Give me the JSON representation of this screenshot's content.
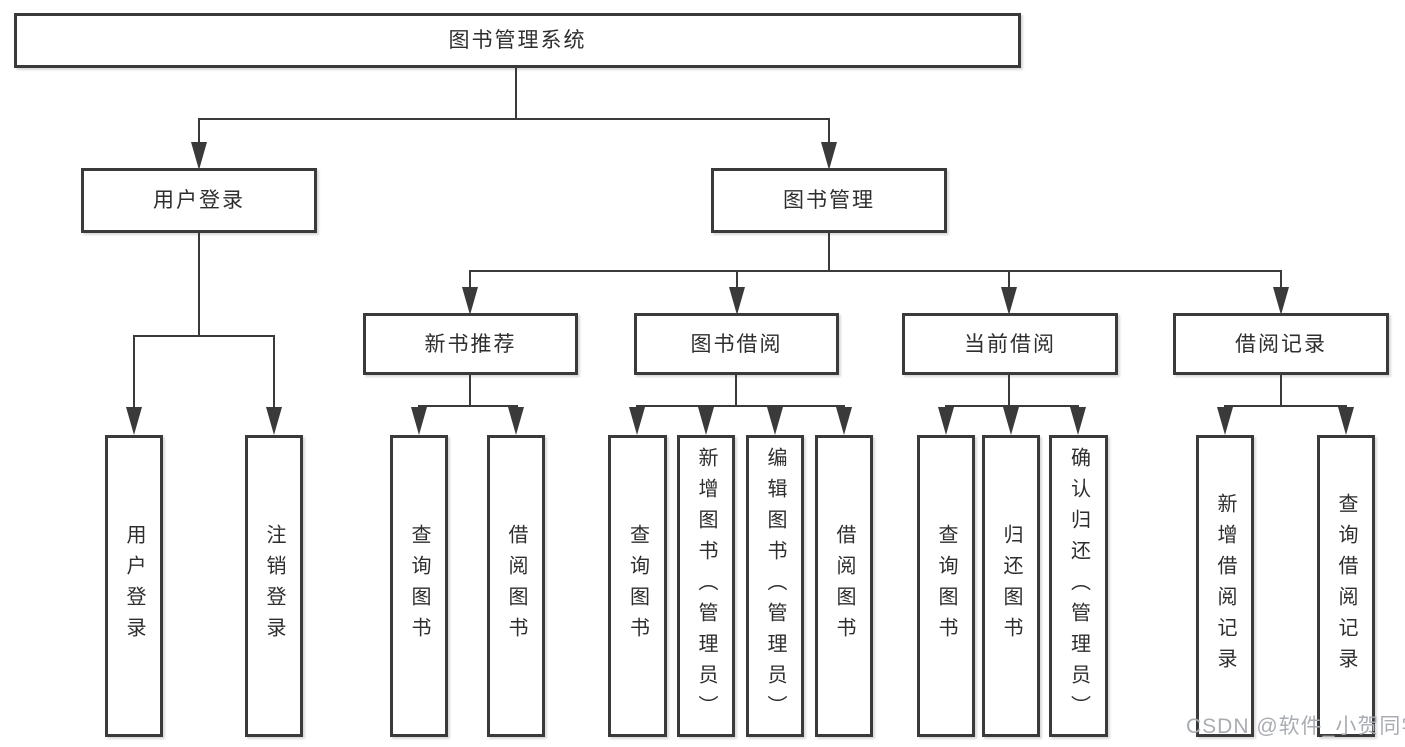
{
  "colors": {
    "line": "#3a3a3a",
    "text": "#2e2e2e",
    "watermark": "#a9adb3",
    "bg": "#ffffff"
  },
  "root": {
    "label": "图书管理系统"
  },
  "level2": {
    "user_login": {
      "label": "用户登录"
    },
    "book_management": {
      "label": "图书管理"
    }
  },
  "level3": {
    "new_book": {
      "label": "新书推荐"
    },
    "borrowing": {
      "label": "图书借阅"
    },
    "current": {
      "label": "当前借阅"
    },
    "records": {
      "label": "借阅记录"
    }
  },
  "leaves": {
    "user_login": [
      "用户登录",
      "注销登录"
    ],
    "new_book": [
      "查询图书",
      "借阅图书"
    ],
    "borrowing": [
      "查询图书",
      "新增图书（管理员）",
      "编辑图书（管理员）",
      "借阅图书"
    ],
    "current": [
      "查询图书",
      "归还图书",
      "确认归还（管理员）"
    ],
    "records": [
      "新增借阅记录",
      "查询借阅记录"
    ]
  },
  "watermark": "CSDN @软件_小贺同学"
}
